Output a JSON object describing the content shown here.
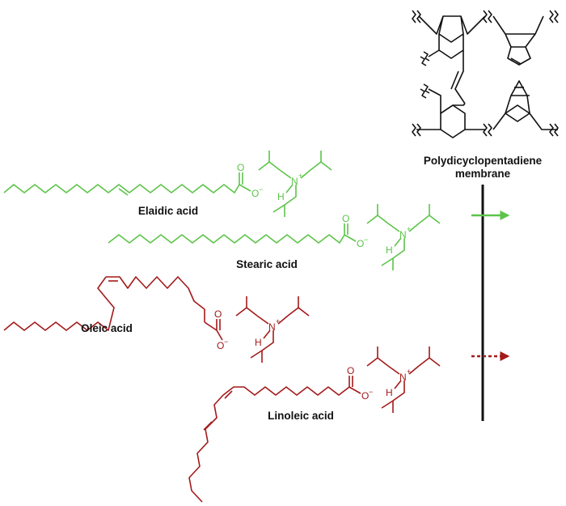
{
  "colors": {
    "saturated": "#5cc449",
    "unsaturated": "#a31a1a",
    "membrane": "#111111"
  },
  "membrane": {
    "label_line1": "Polydicyclopentadiene",
    "label_line2": "membrane"
  },
  "acids": {
    "elaidic": {
      "label": "Elaidic acid"
    },
    "stearic": {
      "label": "Stearic acid"
    },
    "oleic": {
      "label": "Oleic acid"
    },
    "linoleic": {
      "label": "Linoleic acid"
    }
  },
  "atoms": {
    "oxygen": "O",
    "oxide": "O",
    "minus": "−",
    "nitrogen": "N",
    "plus": "+",
    "hydrogen": "H"
  },
  "transport": {
    "saturated_arrow": "solid-arrow",
    "unsaturated_arrow": "dashed-arrow"
  }
}
